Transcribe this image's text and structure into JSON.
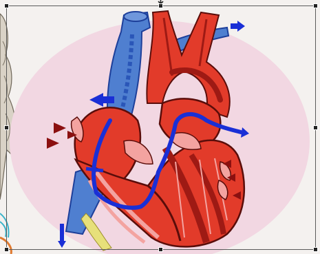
{
  "canvas": {
    "object": "heart-anatomy-illustration",
    "selected": true
  },
  "colors": {
    "background_circle": "#f2d7e2",
    "muscle_red": "#e23b2a",
    "muscle_dark": "#9e1a14",
    "muscle_outline": "#5a0d0a",
    "vein_blue": "#4f7fd0",
    "vein_dark": "#1d3f9a",
    "flow_blue": "#1a2fd6",
    "flow_red": "#8b1010",
    "pink_tissue": "#f3a3a0",
    "yellow_fat": "#e7e07a",
    "frame": "#5a5a5a",
    "handle": "#222222"
  },
  "icons": {
    "handles": [
      "resize-handle-top-left",
      "resize-handle-top",
      "resize-handle-top-right",
      "resize-handle-left",
      "resize-handle-right",
      "resize-handle-bottom-left",
      "resize-handle-bottom",
      "resize-handle-bottom-right"
    ],
    "rotate": "rotate-handle-icon"
  }
}
